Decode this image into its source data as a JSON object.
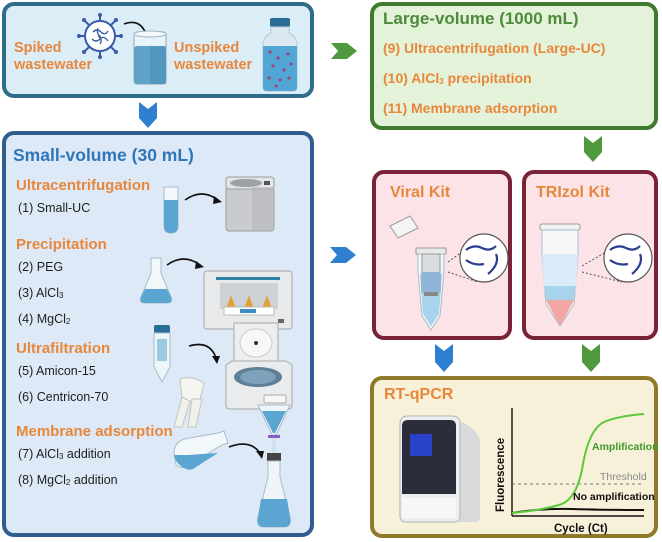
{
  "source": {
    "spiked_line1": "Spiked",
    "spiked_line2": "wastewater",
    "unspiked_line1": "Unspiked",
    "unspiked_line2": "wastewater"
  },
  "small_volume": {
    "title": "Small-volume (30 mL)",
    "sections": [
      {
        "heading": "Ultracentrifugation",
        "items": [
          "(1) Small-UC"
        ]
      },
      {
        "heading": "Precipitation",
        "items": [
          "(2) PEG",
          "(3) AlCl",
          "(4) MgCl"
        ]
      },
      {
        "heading": "Ultrafiltration",
        "items": [
          "(5) Amicon-15",
          "(6) Centricon-70"
        ]
      },
      {
        "heading": "Membrane adsorption",
        "items": [
          "(7) AlCl",
          "(8) MgCl"
        ]
      }
    ],
    "subs": {
      "al": "3",
      "mg": "2"
    },
    "addition_suffix": " addition"
  },
  "large_volume": {
    "title": "Large-volume (1000 mL)",
    "items": [
      "(9) Ultracentrifugation (Large-UC)",
      "(10) AlCl",
      "(11) Membrane adsorption"
    ],
    "item10_sub": "3",
    "item10_suffix": " precipitation"
  },
  "kits": {
    "viral": "Viral Kit",
    "trizol": "TRIzol Kit"
  },
  "rtqpcr": {
    "title": "RT-qPCR",
    "chart": {
      "ylabel": "Fluorescence",
      "xlabel": "Cycle (Ct)",
      "amplification_label": "Amplification",
      "threshold_label": "Threshold",
      "no_amplification_label": "No amplification"
    }
  },
  "colors": {
    "orange_text": "#e8873a",
    "blue_arrow": "#2f7fd0",
    "green_arrow": "#4f9a3e",
    "curve_green": "#5cc93c"
  }
}
